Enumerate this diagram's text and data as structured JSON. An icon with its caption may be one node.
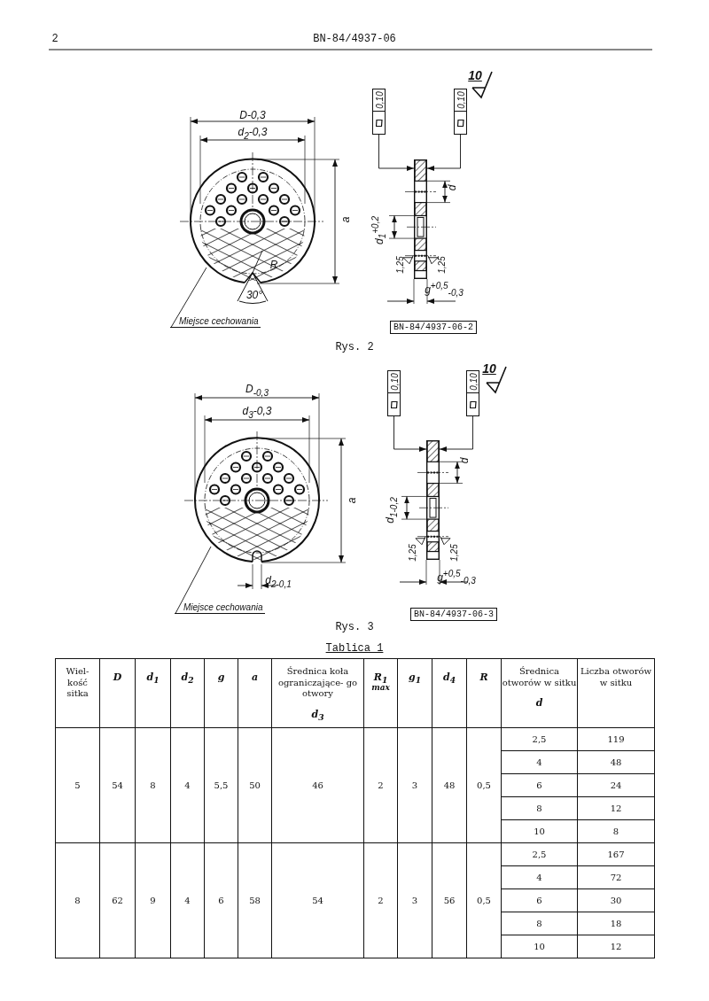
{
  "diagram": {
    "nodes": [
      {
        "text": [],
        "shape": "picture"
      },
      {
        "text": [
          "Miejsce cechowania"
        ]
      },
      {
        "text": [
          "0,10"
        ]
      },
      {
        "text": [
          "0,10"
        ]
      },
      {
        "text": [],
        "shape": "picture"
      },
      {
        "text": [
          "BN-84/4937-06-2"
        ]
      },
      {
        "text": [],
        "shape": "picture"
      },
      {
        "text": [
          "Miejsce cechowania"
        ]
      },
      {
        "text": [
          "0,10"
        ]
      },
      {
        "text": [
          "0,10"
        ]
      },
      {
        "text": [],
        "shape": "picture"
      },
      {
        "text": [
          "BN-84/4937-06-3"
        ]
      }
    ],
    "edges": [
      {
        "from": 1,
        "to": 0,
        "arrow": "none"
      },
      {
        "from": 2,
        "to": 4,
        "arrow": "to"
      },
      {
        "from": 3,
        "to": 4,
        "arrow": "to"
      },
      {
        "from": 7,
        "to": 6,
        "arrow": "none"
      },
      {
        "from": 8,
        "to": 10,
        "arrow": "to"
      },
      {
        "from": 9,
        "to": 10,
        "arrow": "to"
      }
    ],
    "labels": [
      "2",
      "BN-84/4937-06",
      "D-0,3",
      "d$_{2}$-0,3",
      "a",
      "R",
      "30°",
      "10",
      "d",
      "d$_{1}$$^{+0,2}$",
      "1,25",
      "1,25",
      "g$^{+0,5}$$_{-0,3}$",
      "Rys. 2",
      "D$_{-0,3}$",
      "d$_{3}$-0,3",
      "a",
      "d$_{2-0,1}$",
      "10",
      "d",
      "d$_{1-0,2}$",
      "1,25",
      "1,25",
      "g$^{+0,5}$$_{-0,3}$",
      "Rys. 3",
      "Tablica 1",
      "Wiel- kość sitka",
      "D",
      "d$_{1}$",
      "d$_{2}$",
      "g",
      "a",
      "Średnica koła ograniczające- go otwory",
      "d$_{3}$",
      "R$_{1}$",
      "max",
      "g$_{1}$",
      "d$_{4}$",
      "R",
      "Średnica otworów w sitku",
      "d",
      "Liczba otworów w sitku",
      "5",
      "54",
      "8",
      "4",
      "5,5",
      "50",
      "46",
      "2",
      "3",
      "48",
      "0,5",
      "2,5",
      "119",
      "4",
      "48",
      "6",
      "24",
      "8",
      "12",
      "10",
      "8",
      "8",
      "62",
      "9",
      "4",
      "6",
      "58",
      "54",
      "2",
      "3",
      "56",
      "0,5",
      "2,5",
      "167",
      "4",
      "72",
      "6",
      "30",
      "8",
      "18",
      "10",
      "12"
    ]
  }
}
